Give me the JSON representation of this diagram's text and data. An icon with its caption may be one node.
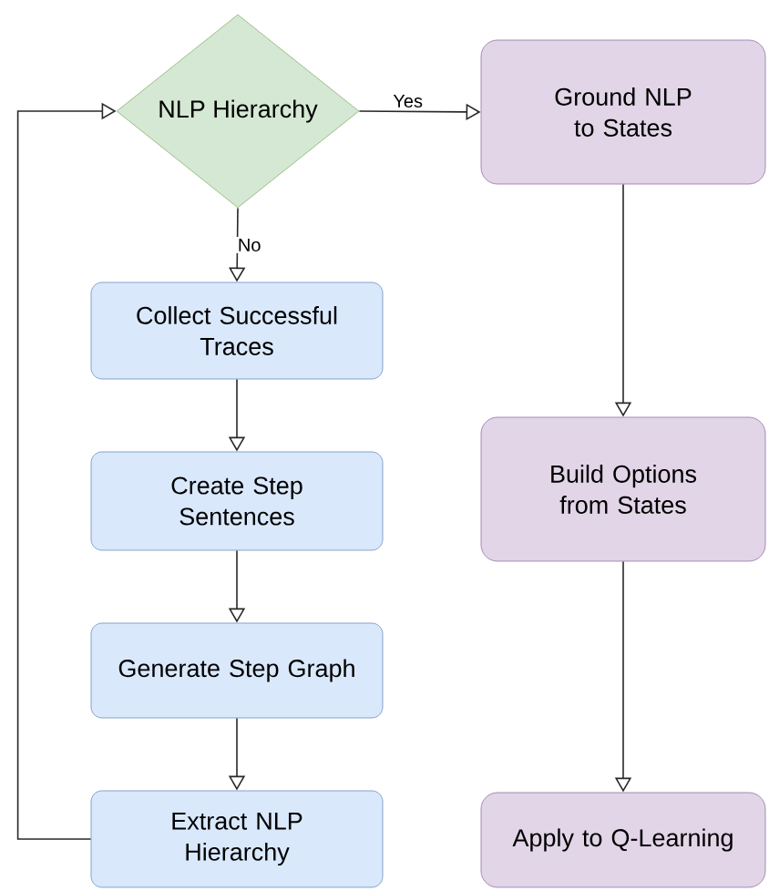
{
  "diagram": {
    "nodes": [
      {
        "text": [
          "NLP Hierarchy"
        ]
      },
      {
        "text": [
          "Collect Successful Traces"
        ]
      },
      {
        "text": [
          "Create Step Sentences"
        ]
      },
      {
        "text": [
          "Generate Step Graph"
        ]
      },
      {
        "text": [
          "Extract NLP Hierarchy"
        ]
      },
      {
        "text": [
          "Ground NLP to States"
        ]
      },
      {
        "text": [
          "Build Options from States"
        ]
      },
      {
        "text": [
          "Apply to Q-Learning"
        ]
      }
    ],
    "edges": [
      {
        "from": 0,
        "to": 5,
        "arrow": "to",
        "label": "Yes"
      },
      {
        "from": 0,
        "to": 1,
        "arrow": "to",
        "label": "No"
      },
      {
        "from": 1,
        "to": 2,
        "arrow": "to"
      },
      {
        "from": 2,
        "to": 3,
        "arrow": "to"
      },
      {
        "from": 3,
        "to": 4,
        "arrow": "to"
      },
      {
        "from": 4,
        "to": 0,
        "arrow": "to"
      },
      {
        "from": 5,
        "to": 6,
        "arrow": "to"
      },
      {
        "from": 6,
        "to": 7,
        "arrow": "to"
      }
    ]
  }
}
